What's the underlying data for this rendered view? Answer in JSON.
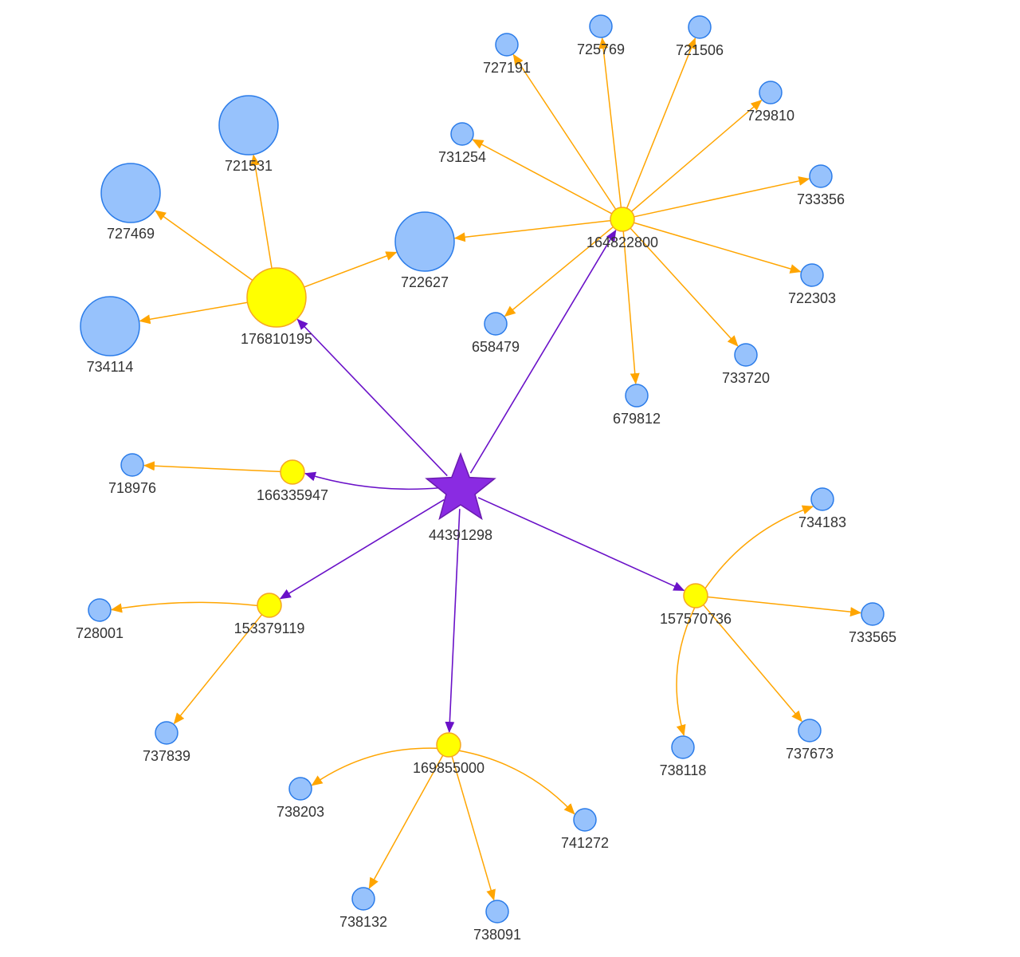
{
  "colors": {
    "purple_node": "#8a2be2",
    "purple_stroke": "#6a1bb0",
    "purple_edge": "#6a11c8",
    "yellow_node": "#ffff00",
    "yellow_stroke": "#f5a623",
    "blue_node": "#97c2fc",
    "blue_stroke": "#2b7ce9",
    "orange_edge": "#ffa500",
    "label_text": "#333333"
  },
  "nodes": [
    {
      "id": "44391298",
      "label": "44391298",
      "kind": "root",
      "shape": "star"
    },
    {
      "id": "176810195",
      "label": "176810195",
      "kind": "hub",
      "size": "large"
    },
    {
      "id": "164822800",
      "label": "164822800",
      "kind": "hub",
      "size": "small"
    },
    {
      "id": "166335947",
      "label": "166335947",
      "kind": "hub",
      "size": "small"
    },
    {
      "id": "153379119",
      "label": "153379119",
      "kind": "hub",
      "size": "small"
    },
    {
      "id": "169855000",
      "label": "169855000",
      "kind": "hub",
      "size": "small"
    },
    {
      "id": "157570736",
      "label": "157570736",
      "kind": "hub",
      "size": "small"
    },
    {
      "id": "721531",
      "label": "721531",
      "kind": "leaf",
      "size": "large"
    },
    {
      "id": "727469",
      "label": "727469",
      "kind": "leaf",
      "size": "large"
    },
    {
      "id": "734114",
      "label": "734114",
      "kind": "leaf",
      "size": "large"
    },
    {
      "id": "722627",
      "label": "722627",
      "kind": "leaf",
      "size": "large"
    },
    {
      "id": "727191",
      "label": "727191",
      "kind": "leaf",
      "size": "small"
    },
    {
      "id": "725769",
      "label": "725769",
      "kind": "leaf",
      "size": "small"
    },
    {
      "id": "721506",
      "label": "721506",
      "kind": "leaf",
      "size": "small"
    },
    {
      "id": "729810",
      "label": "729810",
      "kind": "leaf",
      "size": "small"
    },
    {
      "id": "731254",
      "label": "731254",
      "kind": "leaf",
      "size": "small"
    },
    {
      "id": "733356",
      "label": "733356",
      "kind": "leaf",
      "size": "small"
    },
    {
      "id": "722303",
      "label": "722303",
      "kind": "leaf",
      "size": "small"
    },
    {
      "id": "658479",
      "label": "658479",
      "kind": "leaf",
      "size": "small"
    },
    {
      "id": "733720",
      "label": "733720",
      "kind": "leaf",
      "size": "small"
    },
    {
      "id": "679812",
      "label": "679812",
      "kind": "leaf",
      "size": "small"
    },
    {
      "id": "718976",
      "label": "718976",
      "kind": "leaf",
      "size": "small"
    },
    {
      "id": "734183",
      "label": "734183",
      "kind": "leaf",
      "size": "small"
    },
    {
      "id": "733565",
      "label": "733565",
      "kind": "leaf",
      "size": "small"
    },
    {
      "id": "737673",
      "label": "737673",
      "kind": "leaf",
      "size": "small"
    },
    {
      "id": "738118",
      "label": "738118",
      "kind": "leaf",
      "size": "small"
    },
    {
      "id": "728001",
      "label": "728001",
      "kind": "leaf",
      "size": "small"
    },
    {
      "id": "737839",
      "label": "737839",
      "kind": "leaf",
      "size": "small"
    },
    {
      "id": "738203",
      "label": "738203",
      "kind": "leaf",
      "size": "small"
    },
    {
      "id": "741272",
      "label": "741272",
      "kind": "leaf",
      "size": "small"
    },
    {
      "id": "738132",
      "label": "738132",
      "kind": "leaf",
      "size": "small"
    },
    {
      "id": "738091",
      "label": "738091",
      "kind": "leaf",
      "size": "small"
    }
  ],
  "edges": [
    {
      "from": "44391298",
      "to": "176810195",
      "kind": "root"
    },
    {
      "from": "44391298",
      "to": "164822800",
      "kind": "root"
    },
    {
      "from": "44391298",
      "to": "166335947",
      "kind": "root"
    },
    {
      "from": "44391298",
      "to": "153379119",
      "kind": "root"
    },
    {
      "from": "44391298",
      "to": "169855000",
      "kind": "root"
    },
    {
      "from": "44391298",
      "to": "157570736",
      "kind": "root"
    },
    {
      "from": "176810195",
      "to": "721531",
      "kind": "child"
    },
    {
      "from": "176810195",
      "to": "727469",
      "kind": "child"
    },
    {
      "from": "176810195",
      "to": "734114",
      "kind": "child"
    },
    {
      "from": "176810195",
      "to": "722627",
      "kind": "child"
    },
    {
      "from": "164822800",
      "to": "722627",
      "kind": "child"
    },
    {
      "from": "164822800",
      "to": "727191",
      "kind": "child"
    },
    {
      "from": "164822800",
      "to": "725769",
      "kind": "child"
    },
    {
      "from": "164822800",
      "to": "721506",
      "kind": "child"
    },
    {
      "from": "164822800",
      "to": "729810",
      "kind": "child"
    },
    {
      "from": "164822800",
      "to": "731254",
      "kind": "child"
    },
    {
      "from": "164822800",
      "to": "733356",
      "kind": "child"
    },
    {
      "from": "164822800",
      "to": "722303",
      "kind": "child"
    },
    {
      "from": "164822800",
      "to": "658479",
      "kind": "child"
    },
    {
      "from": "164822800",
      "to": "733720",
      "kind": "child"
    },
    {
      "from": "164822800",
      "to": "679812",
      "kind": "child"
    },
    {
      "from": "166335947",
      "to": "718976",
      "kind": "child"
    },
    {
      "from": "157570736",
      "to": "734183",
      "kind": "child"
    },
    {
      "from": "157570736",
      "to": "733565",
      "kind": "child"
    },
    {
      "from": "157570736",
      "to": "737673",
      "kind": "child"
    },
    {
      "from": "157570736",
      "to": "738118",
      "kind": "child"
    },
    {
      "from": "153379119",
      "to": "728001",
      "kind": "child"
    },
    {
      "from": "153379119",
      "to": "737839",
      "kind": "child"
    },
    {
      "from": "169855000",
      "to": "738203",
      "kind": "child"
    },
    {
      "from": "169855000",
      "to": "741272",
      "kind": "child"
    },
    {
      "from": "169855000",
      "to": "738132",
      "kind": "child"
    },
    {
      "from": "169855000",
      "to": "738091",
      "kind": "child"
    }
  ]
}
